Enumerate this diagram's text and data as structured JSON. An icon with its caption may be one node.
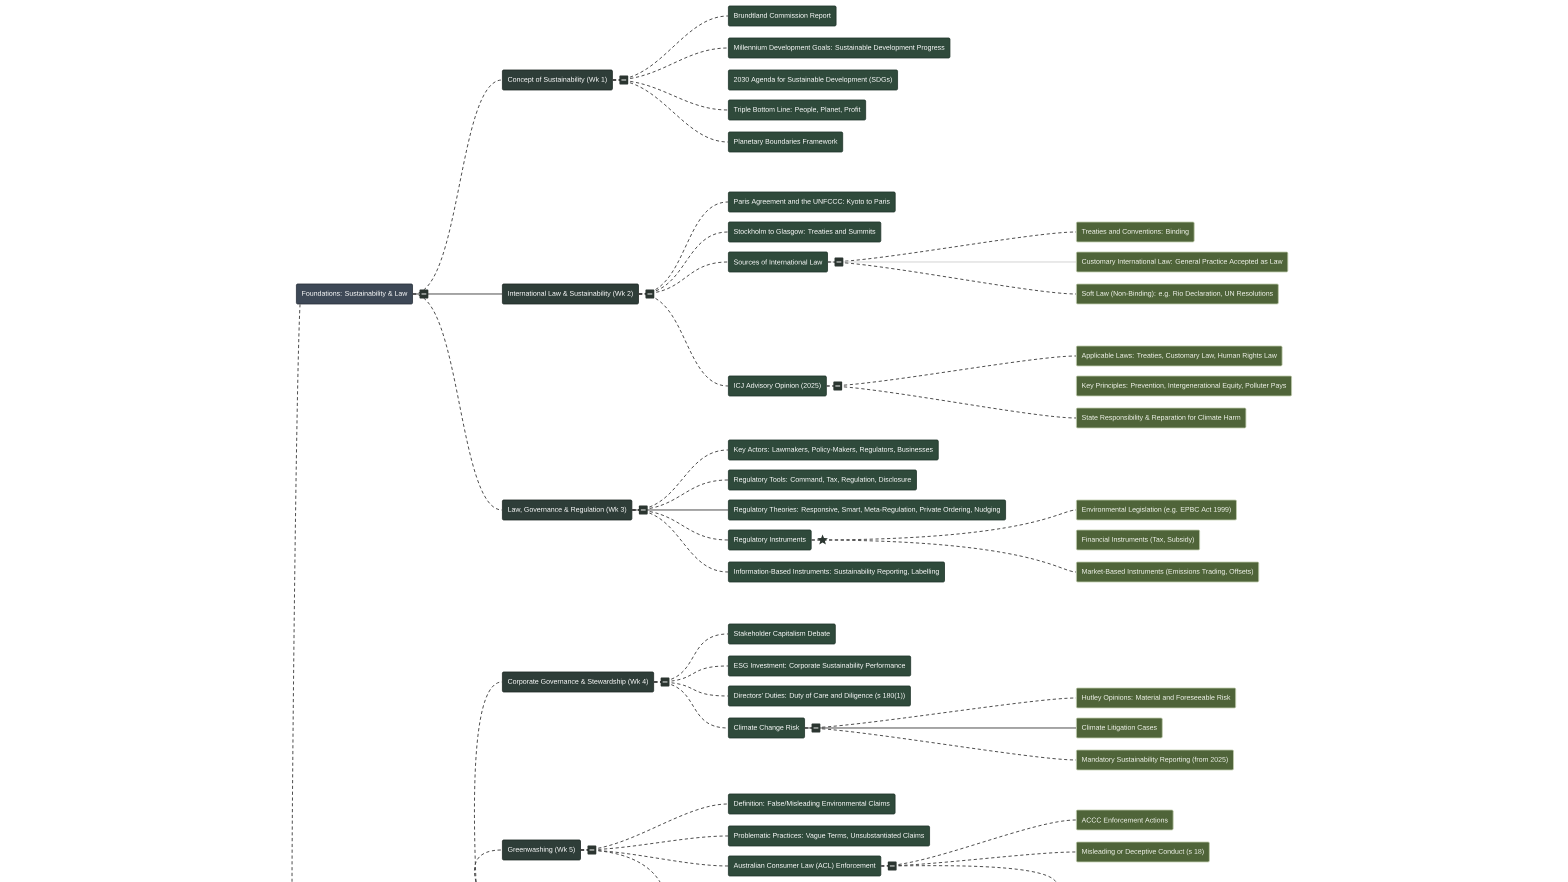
{
  "diagram": {
    "nodes": [
      {
        "text": [
          "Foundations: Sustainability & Law"
        ]
      },
      {
        "text": [
          "Concept of Sustainability (Wk 1)"
        ]
      },
      {
        "text": [
          "Brundtland Commission Report"
        ]
      },
      {
        "text": [
          "Millennium Development Goals: Sustainable Development Progress"
        ]
      },
      {
        "text": [
          "2030 Agenda for Sustainable Development (SDGs)"
        ]
      },
      {
        "text": [
          "Triple Bottom Line: People, Planet, Profit"
        ]
      },
      {
        "text": [
          "Planetary Boundaries Framework"
        ]
      },
      {
        "text": [
          "International Law & Sustainability (Wk 2)"
        ]
      },
      {
        "text": [
          "Paris Agreement and the UNFCCC: Kyoto to Paris"
        ]
      },
      {
        "text": [
          "Stockholm to Glasgow: Treaties and Summits"
        ]
      },
      {
        "text": [
          "Sources of International Law"
        ]
      },
      {
        "text": [
          "Treaties and Conventions: Binding"
        ]
      },
      {
        "text": [
          "Customary International Law: General Practice Accepted as Law"
        ]
      },
      {
        "text": [
          "Soft Law (Non-Binding): e.g. Rio Declaration, UN Resolutions"
        ]
      },
      {
        "text": [
          "ICJ Advisory Opinion (2025)"
        ]
      },
      {
        "text": [
          "Applicable Laws: Treaties, Customary Law, Human Rights Law"
        ]
      },
      {
        "text": [
          "Key Principles: Prevention, Intergenerational Equity, Polluter Pays"
        ]
      },
      {
        "text": [
          "State Responsibility & Reparation for Climate Harm"
        ]
      },
      {
        "text": [
          "Law, Governance & Regulation (Wk 3)"
        ]
      },
      {
        "text": [
          "Key Actors: Lawmakers, Policy-Makers, Regulators, Businesses"
        ]
      },
      {
        "text": [
          "Regulatory Tools: Command, Tax, Regulation, Disclosure"
        ]
      },
      {
        "text": [
          "Regulatory Theories: Responsive, Smart, Meta-Regulation, Private Ordering, Nudging"
        ]
      },
      {
        "text": [
          "Regulatory Instruments"
        ]
      },
      {
        "text": [
          "Environmental Legislation (e.g. EPBC Act 1999)"
        ]
      },
      {
        "text": [
          "Financial Instruments (Tax, Subsidy)"
        ]
      },
      {
        "text": [
          "Market-Based Instruments (Emissions Trading, Offsets)"
        ]
      },
      {
        "text": [
          "Information-Based Instruments: Sustainability Reporting, Labelling"
        ]
      },
      {
        "text": [
          "Corporate Governance & Stewardship (Wk 4)"
        ]
      },
      {
        "text": [
          "Stakeholder Capitalism Debate"
        ]
      },
      {
        "text": [
          "ESG Investment: Corporate Sustainability Performance"
        ]
      },
      {
        "text": [
          "Directors' Duties: Duty of Care and Diligence (s 180(1))"
        ]
      },
      {
        "text": [
          "Climate Change Risk"
        ]
      },
      {
        "text": [
          "Hutley Opinions: Material and Foreseeable Risk"
        ]
      },
      {
        "text": [
          "Climate Litigation Cases"
        ]
      },
      {
        "text": [
          "Mandatory Sustainability Reporting (from 2025)"
        ]
      },
      {
        "text": [
          "Greenwashing (Wk 5)"
        ]
      },
      {
        "text": [
          "Definition: False/Misleading Environmental Claims"
        ]
      },
      {
        "text": [
          "Problematic Practices: Vague Terms, Unsubstantiated Claims"
        ]
      },
      {
        "text": [
          "Australian Consumer Law (ACL) Enforcement"
        ]
      },
      {
        "text": [
          "ACCC Enforcement Actions"
        ]
      },
      {
        "text": [
          "Misleading or Deceptive Conduct (s 18)"
        ]
      }
    ],
    "edges": [
      {
        "from": 0,
        "to": 1,
        "arrow": "none",
        "style": "dashed"
      },
      {
        "from": 0,
        "to": 7,
        "arrow": "none"
      },
      {
        "from": 0,
        "to": 18,
        "arrow": "none",
        "style": "dashed"
      },
      {
        "from": 0,
        "to": null,
        "arrow": "none",
        "style": "dashed"
      },
      {
        "from": 1,
        "to": 2,
        "arrow": "none",
        "style": "dashed"
      },
      {
        "from": 1,
        "to": 3,
        "arrow": "none",
        "style": "dashed"
      },
      {
        "from": 1,
        "to": 5,
        "arrow": "none",
        "style": "dashed"
      },
      {
        "from": 1,
        "to": 6,
        "arrow": "none",
        "style": "dashed"
      },
      {
        "from": 7,
        "to": 8,
        "arrow": "none",
        "style": "dashed"
      },
      {
        "from": 7,
        "to": 9,
        "arrow": "none",
        "style": "dashed"
      },
      {
        "from": 7,
        "to": 10,
        "arrow": "none",
        "style": "dashed"
      },
      {
        "from": 7,
        "to": 14,
        "arrow": "none",
        "style": "dashed"
      },
      {
        "from": 10,
        "to": 11,
        "arrow": "none",
        "style": "dashed"
      },
      {
        "from": 10,
        "to": 12,
        "arrow": "none",
        "color": "#cfcfcf"
      },
      {
        "from": 10,
        "to": 13,
        "arrow": "none",
        "style": "dashed"
      },
      {
        "from": 14,
        "to": 15,
        "arrow": "none",
        "style": "dashed"
      },
      {
        "from": 14,
        "to": 17,
        "arrow": "none",
        "style": "dashed"
      },
      {
        "from": 18,
        "to": 19,
        "arrow": "none",
        "style": "dashed"
      },
      {
        "from": 18,
        "to": 20,
        "arrow": "none",
        "style": "dashed"
      },
      {
        "from": 18,
        "to": 21,
        "arrow": "none"
      },
      {
        "from": 18,
        "to": 22,
        "arrow": "none",
        "style": "dashed"
      },
      {
        "from": 18,
        "to": 26,
        "arrow": "none",
        "style": "dashed"
      },
      {
        "from": 22,
        "to": 23,
        "arrow": "none",
        "style": "dashed"
      },
      {
        "from": 22,
        "to": 25,
        "arrow": "none",
        "style": "dashed"
      },
      {
        "from": null,
        "to": 27,
        "arrow": "none",
        "style": "dashed"
      },
      {
        "from": null,
        "to": 35,
        "arrow": "none",
        "style": "dashed"
      },
      {
        "from": 27,
        "to": 28,
        "arrow": "none",
        "style": "dashed"
      },
      {
        "from": 27,
        "to": 29,
        "arrow": "none",
        "style": "dashed"
      },
      {
        "from": 27,
        "to": 30,
        "arrow": "none",
        "style": "dashed"
      },
      {
        "from": 27,
        "to": 31,
        "arrow": "none",
        "style": "dashed"
      },
      {
        "from": 31,
        "to": 32,
        "arrow": "none",
        "style": "dashed"
      },
      {
        "from": 31,
        "to": 33,
        "arrow": "none"
      },
      {
        "from": 31,
        "to": 34,
        "arrow": "none",
        "style": "dashed"
      },
      {
        "from": 35,
        "to": 36,
        "arrow": "none",
        "style": "dashed"
      },
      {
        "from": 35,
        "to": 37,
        "arrow": "none",
        "style": "dashed"
      },
      {
        "from": 35,
        "to": 38,
        "arrow": "none",
        "style": "dashed"
      },
      {
        "from": 35,
        "to": null,
        "arrow": "none",
        "style": "dashed"
      },
      {
        "from": 38,
        "to": 39,
        "arrow": "none",
        "style": "dashed"
      },
      {
        "from": 38,
        "to": 40,
        "arrow": "none",
        "style": "dashed"
      },
      {
        "from": 38,
        "to": null,
        "arrow": "none",
        "style": "dashed"
      }
    ]
  }
}
